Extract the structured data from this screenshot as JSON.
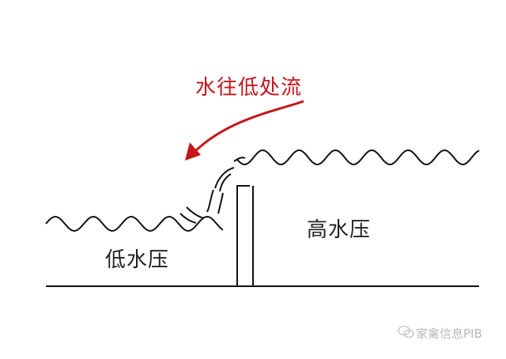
{
  "title": "水往低处流",
  "labels": {
    "low": "低水压",
    "high": "高水压"
  },
  "watermark": "家禽信息PIB",
  "colors": {
    "arrow": "#c4161c",
    "line": "#111111",
    "watermark": "#b8b8b8"
  }
}
